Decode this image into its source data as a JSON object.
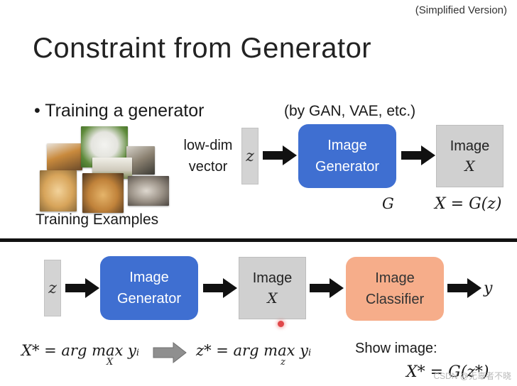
{
  "note": "(Simplified Version)",
  "title": "Constraint from Generator",
  "top": {
    "bullet": "• Training a generator",
    "by_models": "(by GAN, VAE, etc.)",
    "training_label": "Training Examples",
    "input_label_line1": "low-dim",
    "input_label_line2": "vector",
    "z_label": "z",
    "generator_line1": "Image",
    "generator_line2": "Generator",
    "output_line1": "Image",
    "output_line2": "X",
    "g_label": "G",
    "equation": "X = G(z)"
  },
  "bottom": {
    "z_label": "z",
    "generator_line1": "Image",
    "generator_line2": "Generator",
    "image_line1": "Image",
    "image_line2": "X",
    "classifier_line1": "Image",
    "classifier_line2": "Classifier",
    "y_label": "y",
    "eq1_main": "X* = arg max y",
    "eq1_sub_var": "X",
    "eq1_sub_i": "i",
    "eq2_main": "z* = arg max y",
    "eq2_sub_var": "z",
    "eq2_sub_i": "i",
    "show_label": "Show image:",
    "show_equation": "X* = G(z*)"
  },
  "watermark": "CSDN @无辜者不晓",
  "colors": {
    "generator": "#3f6fd1",
    "classifier": "#f6ad8a",
    "gray_box": "#d0d0d0",
    "divider": "#111111"
  },
  "icons": [
    "right-arrow-icon",
    "gray-implication-arrow-icon"
  ]
}
